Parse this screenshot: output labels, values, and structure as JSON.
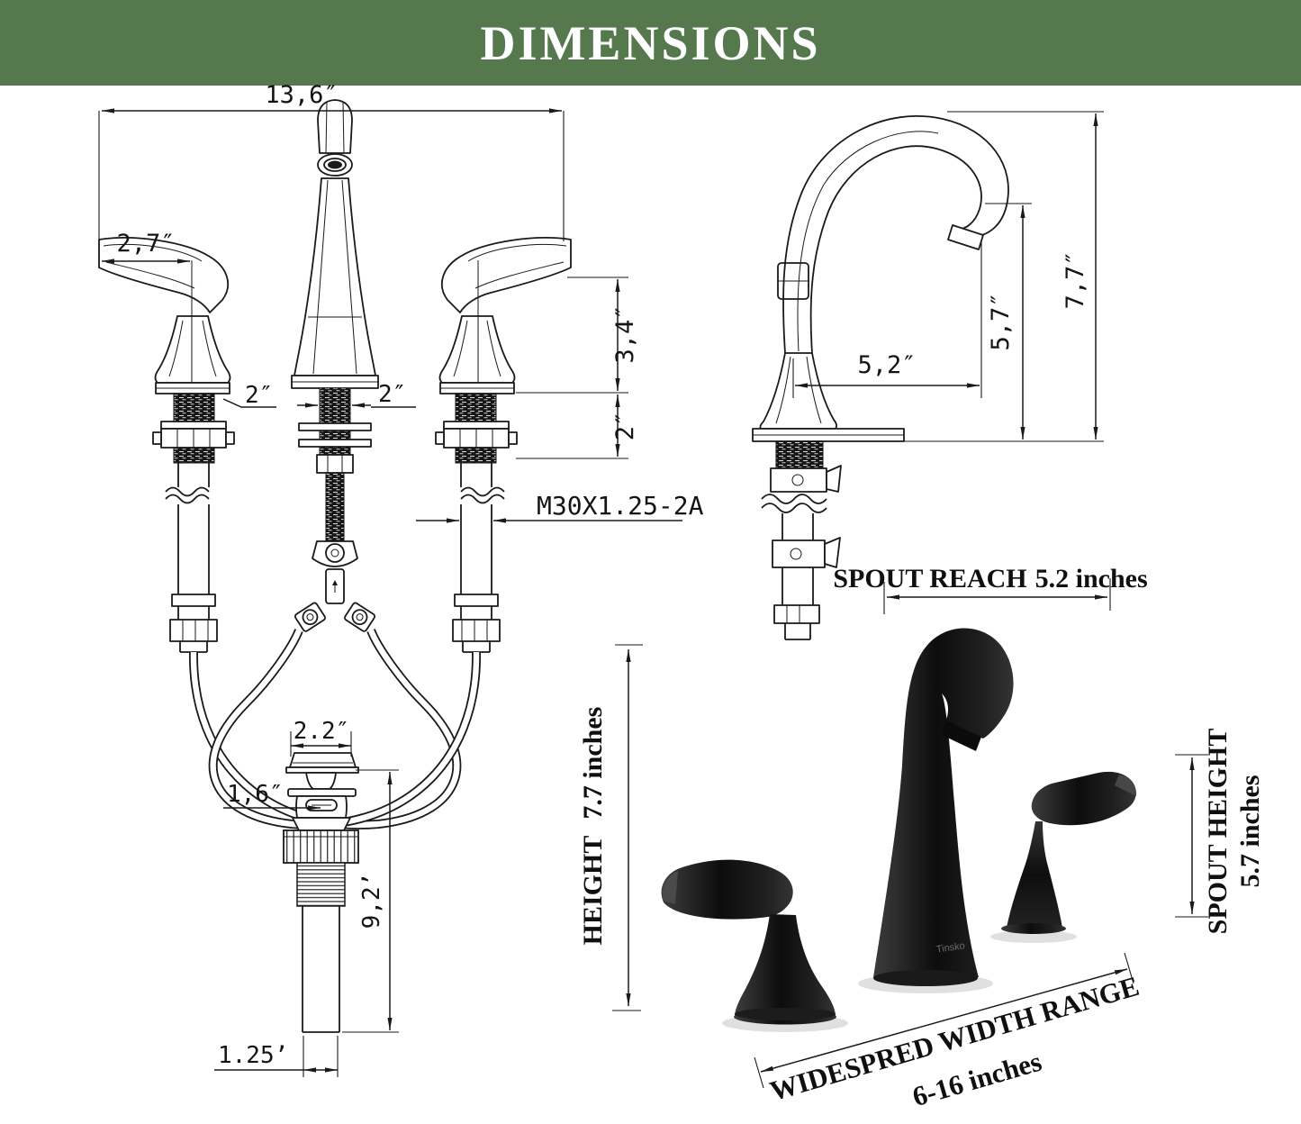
{
  "header": {
    "title": "DIMENSIONS"
  },
  "colors": {
    "banner_bg": "#55794d",
    "banner_text": "#ffffff",
    "line_art": "#1a1a1a",
    "faucet_black": "#141414"
  },
  "front_view": {
    "width_total": "13,6″",
    "handle_reach": "2,7″",
    "handle_height": "3,4″",
    "deck_thickness": "2″",
    "shank_dia_left": "2″",
    "shank_dia_center": "2″",
    "thread_spec": "M30X1.25-2A"
  },
  "side_view": {
    "overall_height": "7,7″",
    "spout_height": "5,7″",
    "spout_reach": "5,2″"
  },
  "drain_view": {
    "cap_width": "2.2″",
    "overflow_width": "1,6″",
    "body_length": "9,2’",
    "tail_width": "1.25’"
  },
  "photo": {
    "reach_label": "SPOUT REACH",
    "reach_value": "5.2 inches",
    "height_label": "HEIGHT",
    "height_value": "7.7 inches",
    "spout_height_label": "SPOUT HEIGHT",
    "spout_height_value": "5.7 inches",
    "range_label": "WIDESPRED WIDTH RANGE",
    "range_value": "6-16 inches",
    "brand": "Tinsko"
  }
}
